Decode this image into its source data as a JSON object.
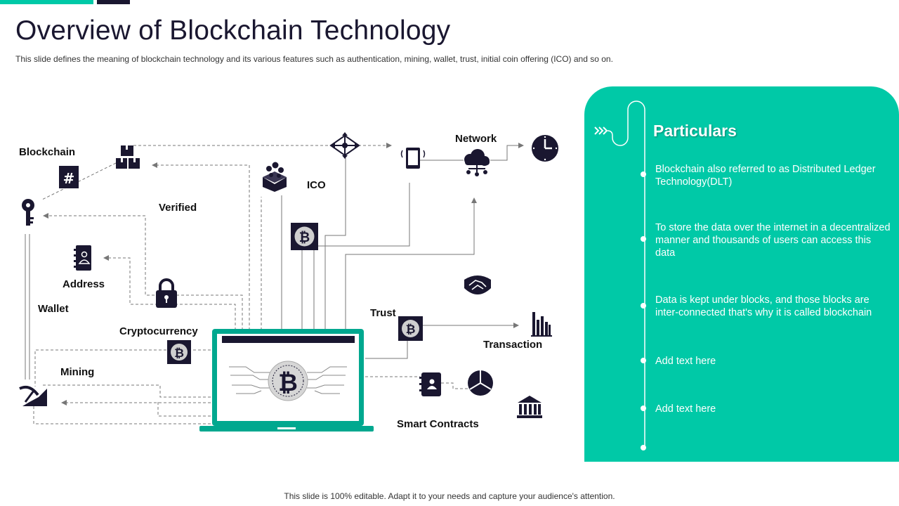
{
  "slide": {
    "title": "Overview of Blockchain Technology",
    "subtitle": "This slide defines the meaning of blockchain technology and its various features such as authentication, mining, wallet, trust, initial coin offering (ICO) and so on.",
    "footer": "This slide is 100% editable. Adapt it to your needs and capture your audience's attention."
  },
  "diagram": {
    "labels": {
      "blockchain": "Blockchain",
      "verified": "Verified",
      "address": "Address",
      "wallet": "Wallet",
      "cryptocurrency": "Cryptocurrency",
      "mining": "Mining",
      "ico": "ICO",
      "network": "Network",
      "trust": "Trust",
      "transaction": "Transaction",
      "smart_contracts": "Smart Contracts"
    },
    "bitcoin_symbol": "₿",
    "hash_symbol": "#",
    "colors": {
      "dark": "#1a1730",
      "accent": "#00a88f",
      "line": "#777777"
    }
  },
  "particulars": {
    "heading": "Particulars",
    "items": [
      "Blockchain also referred to as Distributed Ledger Technology(DLT)",
      "To store the data over the internet in a decentralized manner and thousands of users can access this data",
      "Data is kept under blocks, and those blocks are inter-connected that's why it is called blockchain",
      "Add text here",
      "Add text here"
    ],
    "colors": {
      "panel": "#00c9a7",
      "text": "#ffffff"
    }
  }
}
